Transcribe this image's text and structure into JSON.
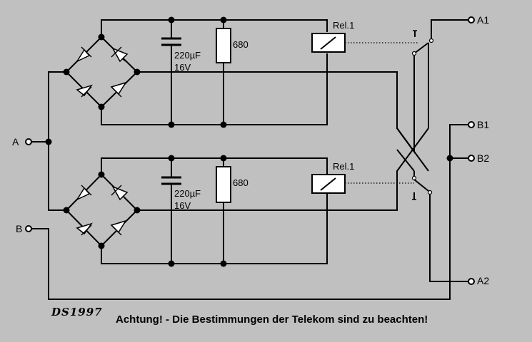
{
  "terminals": {
    "a": "A",
    "b": "B",
    "a1": "A1",
    "b1": "B1",
    "b2": "B2",
    "a2": "A2"
  },
  "top_stage": {
    "capacitor_value": "220µF",
    "capacitor_voltage": "16V",
    "resistor_value": "680",
    "relay_label": "Rel.1"
  },
  "bottom_stage": {
    "capacitor_value": "220µF",
    "capacitor_voltage": "16V",
    "resistor_value": "680",
    "relay_label": "Rel.1"
  },
  "signature": "DS1997",
  "warning": "Achtung! - Die Bestimmungen der Telekom sind zu beachten!"
}
